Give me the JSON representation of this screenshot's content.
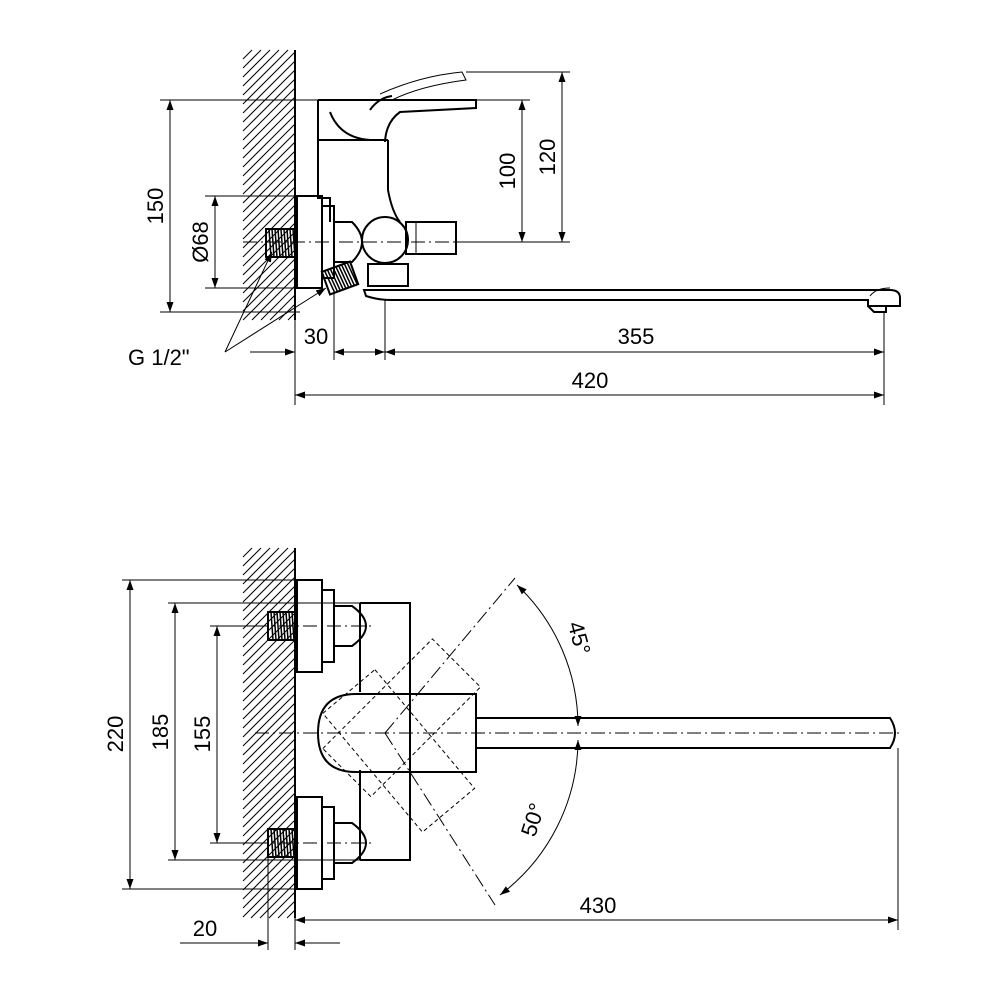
{
  "drawing": {
    "side_view": {
      "dimensions": {
        "height_total": "150",
        "height_lever": "120",
        "height_spout_axis": "100",
        "flange_diameter": "Ø68",
        "wall_offset": "30",
        "spout_reach": "355",
        "overall_length": "420"
      },
      "thread_label": "G 1/2\""
    },
    "top_view": {
      "dimensions": {
        "width_total": "220",
        "width_flanges": "185",
        "inlet_spacing": "155",
        "eccentric_depth": "20",
        "spout_length": "430"
      },
      "angles": {
        "upper": "45°",
        "lower": "50°"
      }
    }
  },
  "colors": {
    "line": "#000000",
    "background": "#ffffff"
  }
}
